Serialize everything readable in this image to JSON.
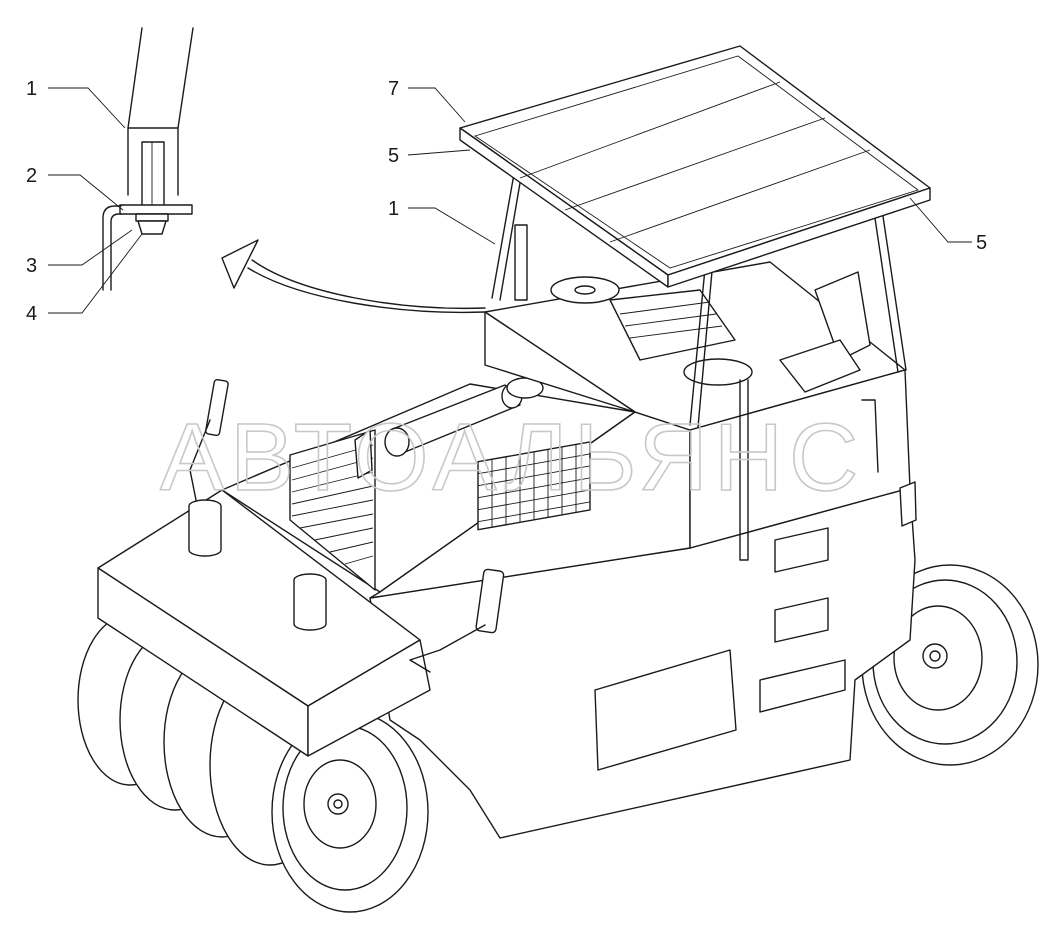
{
  "watermark": "АВТОАЛЬЯНС",
  "callouts": {
    "detail_1": "1",
    "detail_2": "2",
    "detail_3": "3",
    "detail_4": "4",
    "main_7": "7",
    "main_5_left": "5",
    "main_1": "1",
    "main_5_right": "5"
  }
}
